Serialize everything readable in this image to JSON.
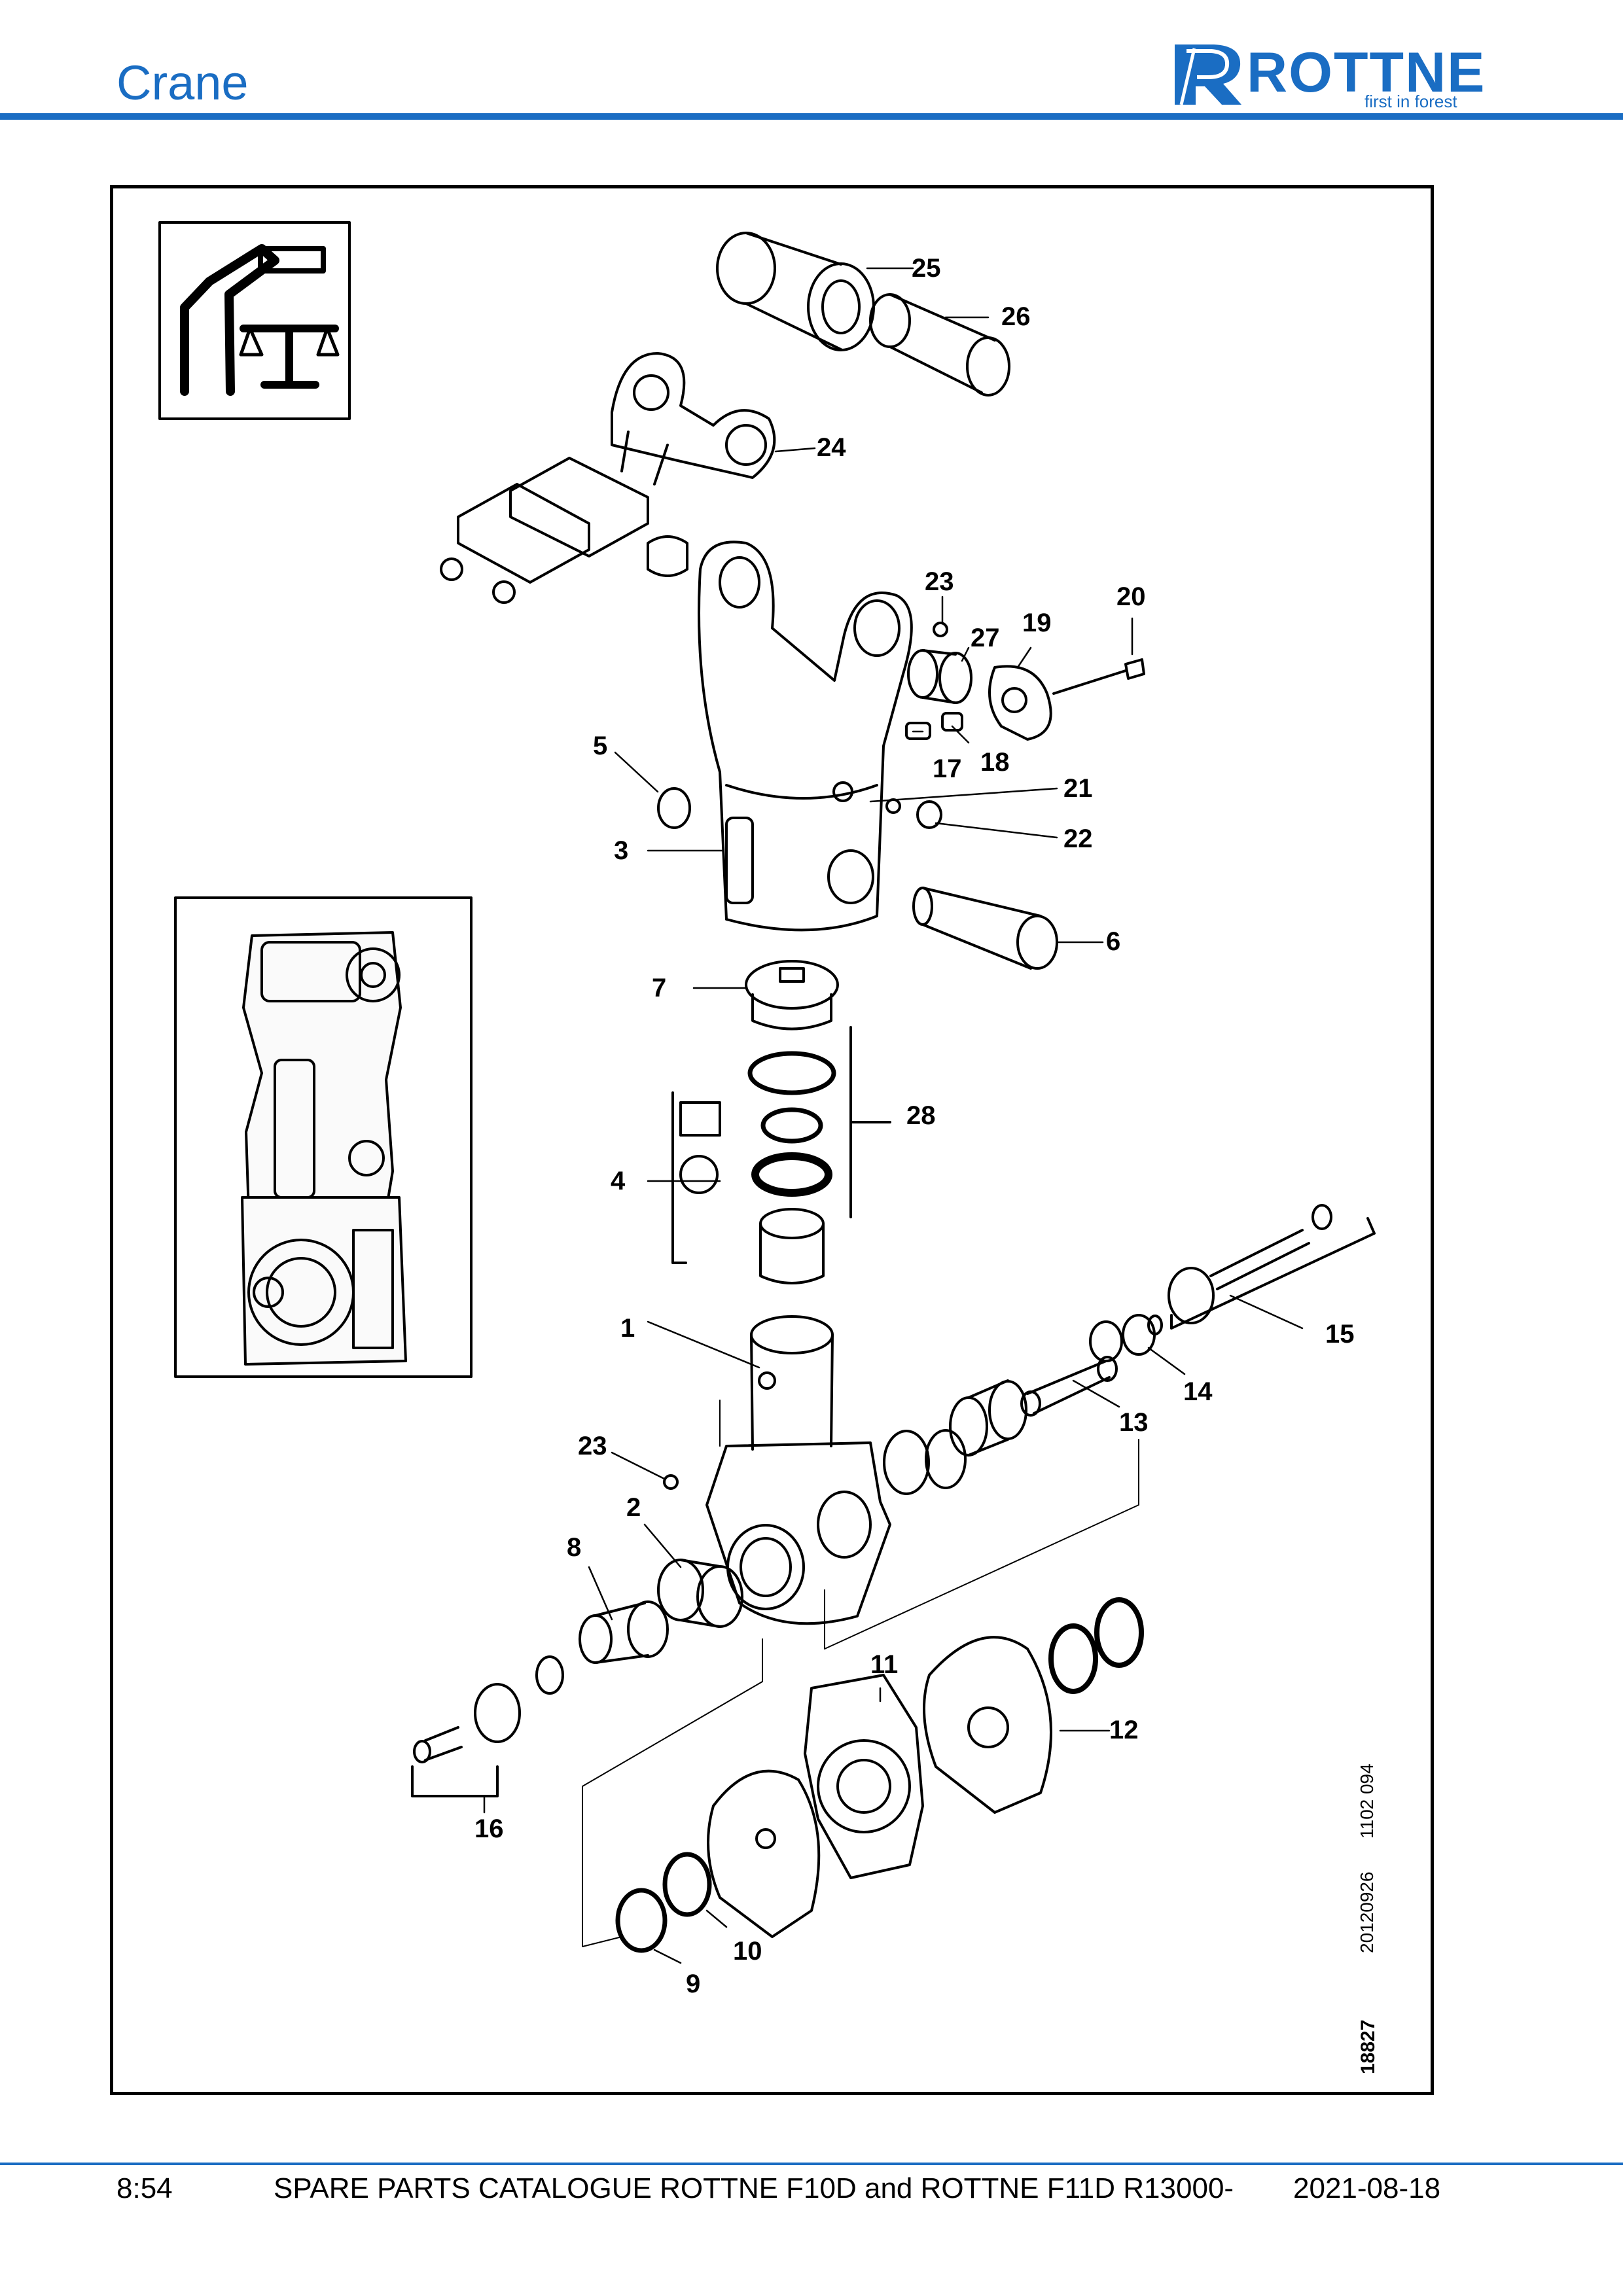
{
  "header": {
    "section_title": "Crane",
    "logo_text": "ROTTNE",
    "logo_tagline": "first in forest",
    "accent_color": "#1a6dc3"
  },
  "diagram": {
    "part_labels": [
      "1",
      "2",
      "3",
      "4",
      "5",
      "6",
      "7",
      "8",
      "9",
      "10",
      "11",
      "12",
      "13",
      "14",
      "15",
      "16",
      "17",
      "18",
      "19",
      "20",
      "21",
      "22",
      "23",
      "23",
      "24",
      "25",
      "26",
      "27",
      "28"
    ],
    "side_text": {
      "code_a": "1102 094",
      "code_b": "20120926",
      "code_c": "18827"
    },
    "icon": "crane-scale-icon"
  },
  "footer": {
    "page_number": "8:54",
    "document_title": "SPARE PARTS CATALOGUE ROTTNE F10D and ROTTNE F11D R13000-",
    "date": "2021-08-18"
  }
}
